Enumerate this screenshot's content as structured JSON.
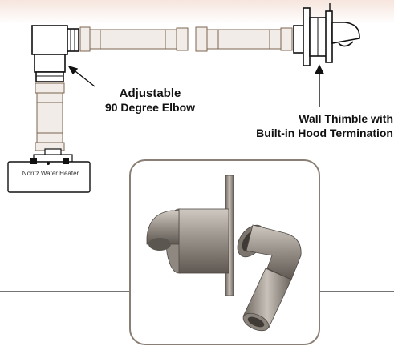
{
  "labels": {
    "elbow_line1": "Adjustable",
    "elbow_line2": "90 Degree Elbow",
    "wall_line1": "Wall Thimble with",
    "wall_line2": "Built-in Hood Termination",
    "heater": "Noritz Water Heater"
  },
  "colors": {
    "pipe_fill": "#f1ece7",
    "pipe_stroke": "#7d6450",
    "dark": "#111111",
    "frame": "#8a7f74",
    "metal": "#9a938b"
  },
  "icons": {
    "elbow": "pipe-elbow-icon",
    "thimble": "wall-thimble-icon",
    "heater": "water-heater-icon"
  }
}
